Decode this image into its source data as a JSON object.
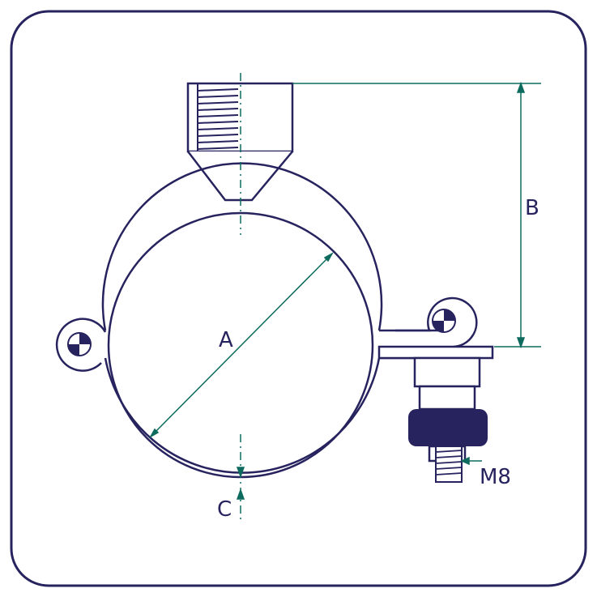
{
  "colors": {
    "ink": "#26235e",
    "dim": "#0d6b5e",
    "background": "#ffffff"
  },
  "labels": {
    "a": "A",
    "b": "B",
    "c": "C",
    "thread": "M8"
  }
}
